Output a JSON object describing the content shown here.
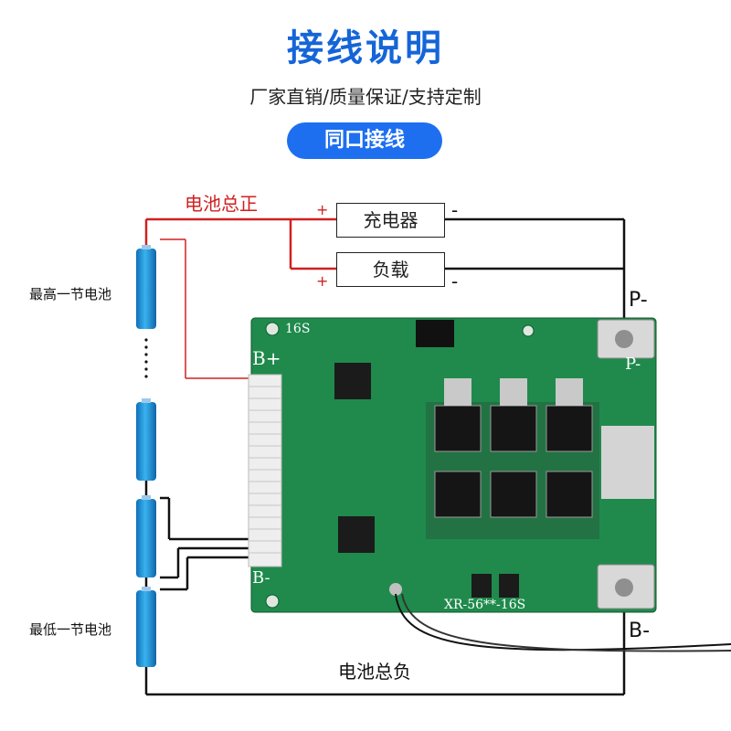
{
  "header": {
    "title": "接线说明",
    "subtitle": "厂家直销/质量保证/支持定制",
    "badge": "同口接线"
  },
  "diagram": {
    "pos_total_label": "电池总正",
    "neg_total_label": "电池总负",
    "top_cell_label": "最高一节电池",
    "bottom_cell_label": "最低一节电池",
    "charger_label": "充电器",
    "load_label": "负载",
    "plus_sign": "+",
    "minus_sign": "-",
    "p_minus_label": "P-",
    "b_minus_label": "B-",
    "board": {
      "series_mark": "16S",
      "b_plus_mark": "B+",
      "b_minus_mark": "B-",
      "p_minus_mark": "P-",
      "model": "XR-56**-16S"
    }
  },
  "colors": {
    "title_blue": "#1565d8",
    "badge_blue": "#1e6ff0",
    "positive_red": "#d02020",
    "board_green": "#1f8a4c",
    "cell_blue": "#1e8fd8"
  }
}
